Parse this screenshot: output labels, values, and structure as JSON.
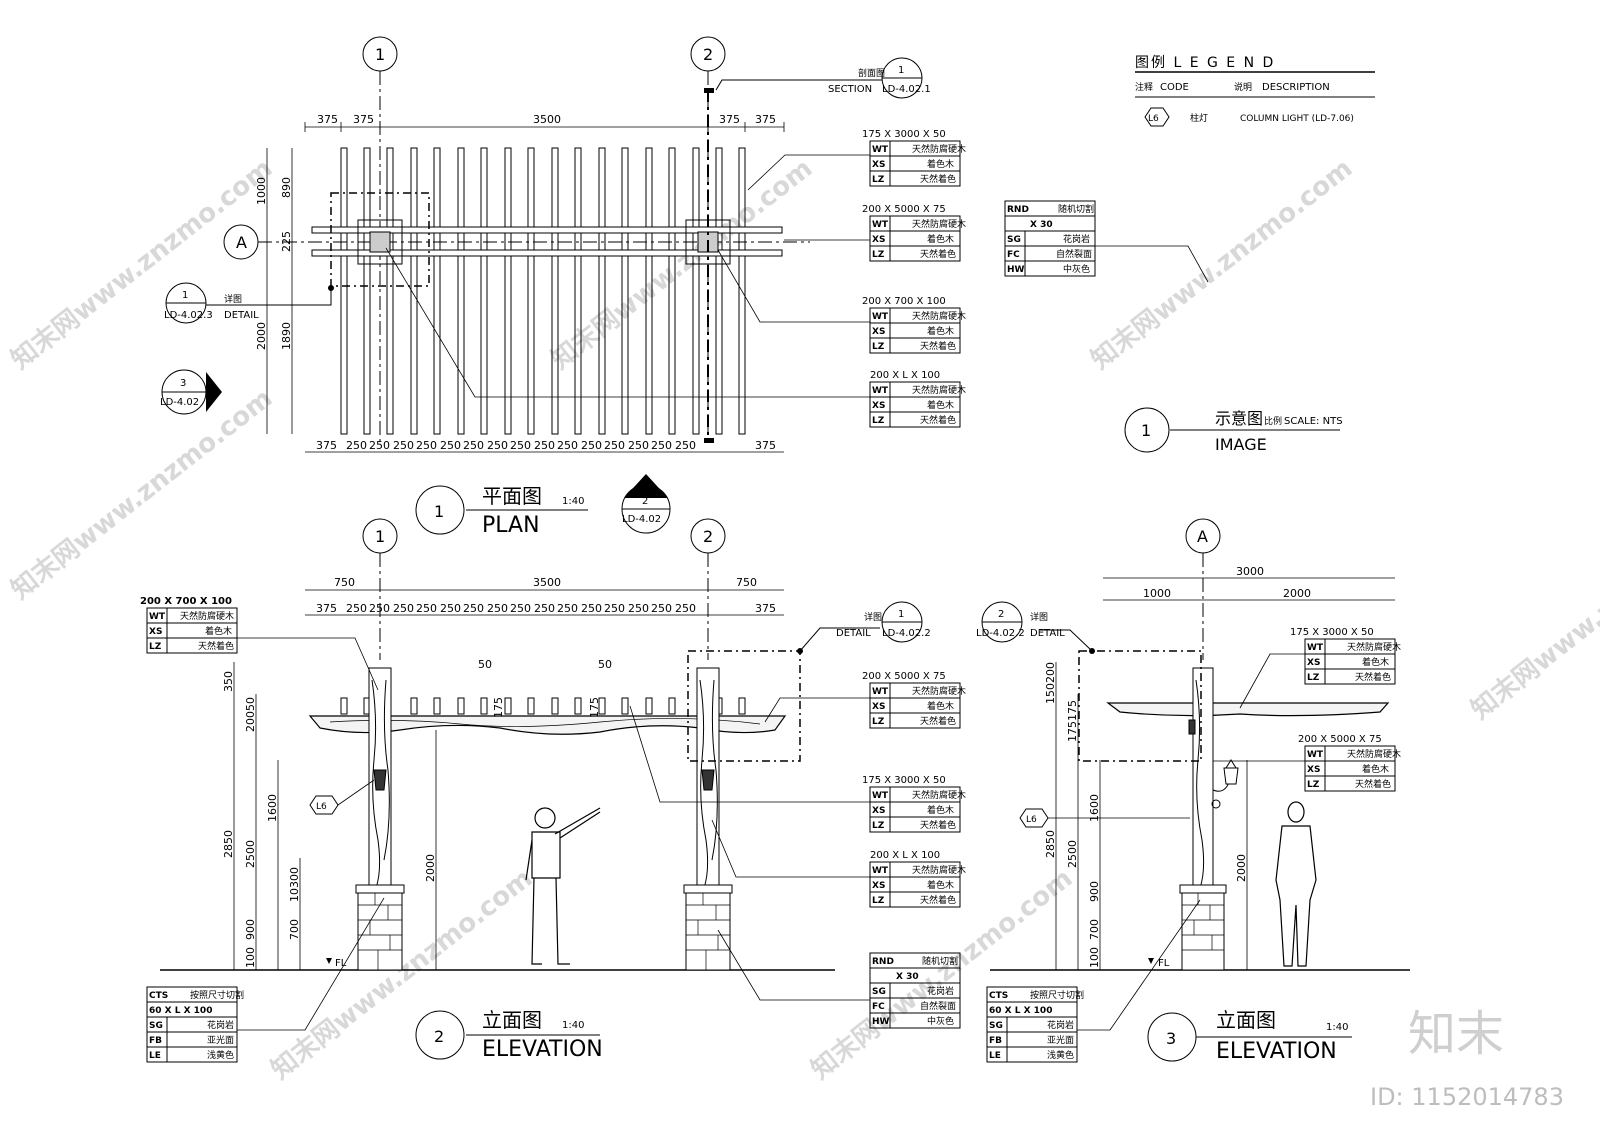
{
  "legend": {
    "title": "图例 L E G E N D",
    "code_cn": "注释",
    "code_en": "CODE",
    "desc_cn": "说明",
    "desc_en": "DESCRIPTION",
    "row_code": "L6",
    "row_cn": "柱灯",
    "row_en": "COLUMN LIGHT  (LD-7.06)"
  },
  "bubbles": {
    "g1": "1",
    "g2": "2",
    "gA": "A",
    "n1": "1",
    "n2": "2",
    "n3": "3"
  },
  "refs": {
    "section_cn": "剖面图",
    "section_en": "SECTION",
    "section_sheet": "LD-4.02.1",
    "detail_cn": "详图",
    "detail_en": "DETAIL",
    "plan_detail_sheet": "LD-4.02.3",
    "elev_detail_sheet": "LD-4.02.2",
    "sheet_ld402": "LD-4.02"
  },
  "titles": {
    "plan_cn": "平面图",
    "plan_en": "PLAN",
    "plan_scale": "1:40",
    "elev2_cn": "立面图",
    "elev2_en": "ELEVATION",
    "elev2_scale": "1:40",
    "elev3_cn": "立面图",
    "elev3_en": "ELEVATION",
    "elev3_scale": "1:40",
    "image_cn": "示意图",
    "image_cn2": "比例",
    "image_scale": "SCALE: NTS",
    "image_en": "IMAGE"
  },
  "plan_dims": {
    "top": [
      "375",
      "375",
      "3500",
      "375",
      "375"
    ],
    "bottom": [
      "375",
      "250",
      "250",
      "250",
      "250",
      "250",
      "250",
      "250",
      "250",
      "250",
      "250",
      "250",
      "250",
      "250",
      "250",
      "250",
      "375"
    ],
    "left_outer": [
      "1000",
      "2000"
    ],
    "left_inner": [
      "890",
      "225",
      "1890"
    ]
  },
  "elev_dims": {
    "top1": [
      "750",
      "3500",
      "750"
    ],
    "top2": [
      "375",
      "250",
      "250",
      "250",
      "250",
      "250",
      "250",
      "250",
      "250",
      "250",
      "250",
      "250",
      "250",
      "250",
      "250",
      "250",
      "375"
    ],
    "left_a": [
      "350",
      "2850"
    ],
    "left_b": [
      "20050",
      "2500",
      "900",
      "100"
    ],
    "left_c": [
      "1600",
      "10300",
      "700"
    ],
    "mid": [
      "50",
      "50",
      "175",
      "175",
      "2000"
    ],
    "floor": "FL"
  },
  "elev3_dims": {
    "top1": "3000",
    "top2": [
      "1000",
      "2000"
    ],
    "left_a": [
      "150200",
      "2850"
    ],
    "left_b": [
      "175175",
      "2500",
      "900",
      "100"
    ],
    "left_c": [
      "1600",
      "700"
    ],
    "mid": "2000"
  },
  "tags": {
    "t_175x3000x50": [
      "175 X 3000 X 50",
      "WT",
      "天然防腐硬木",
      "XS",
      "着色木",
      "LZ",
      "天然着色"
    ],
    "t_200x5000x75": [
      "200 X 5000 X 75",
      "WT",
      "天然防腐硬木",
      "XS",
      "着色木",
      "LZ",
      "天然着色"
    ],
    "t_200x700x100": [
      "200 X 700 X 100",
      "WT",
      "天然防腐硬木",
      "XS",
      "着色木",
      "LZ",
      "天然着色"
    ],
    "t_200xLx100": [
      "200 X L X 100",
      "WT",
      "天然防腐硬木",
      "XS",
      "着色木",
      "LZ",
      "天然着色"
    ],
    "t_rnd": [
      "RND",
      "随机切割",
      "X 30",
      "SG",
      "花岗岩",
      "FC",
      "自然裂面",
      "HW",
      "中灰色"
    ],
    "t_cts": [
      "CTS",
      "按照尺寸切割",
      "60 X L X 100",
      "SG",
      "花岗岩",
      "FB",
      "亚光面",
      "LE",
      "浅黄色"
    ]
  },
  "light_tag": "L6",
  "watermark": {
    "text": "知末网www.znzmo.com",
    "logo": "知末",
    "id": "ID: 1152014783"
  }
}
